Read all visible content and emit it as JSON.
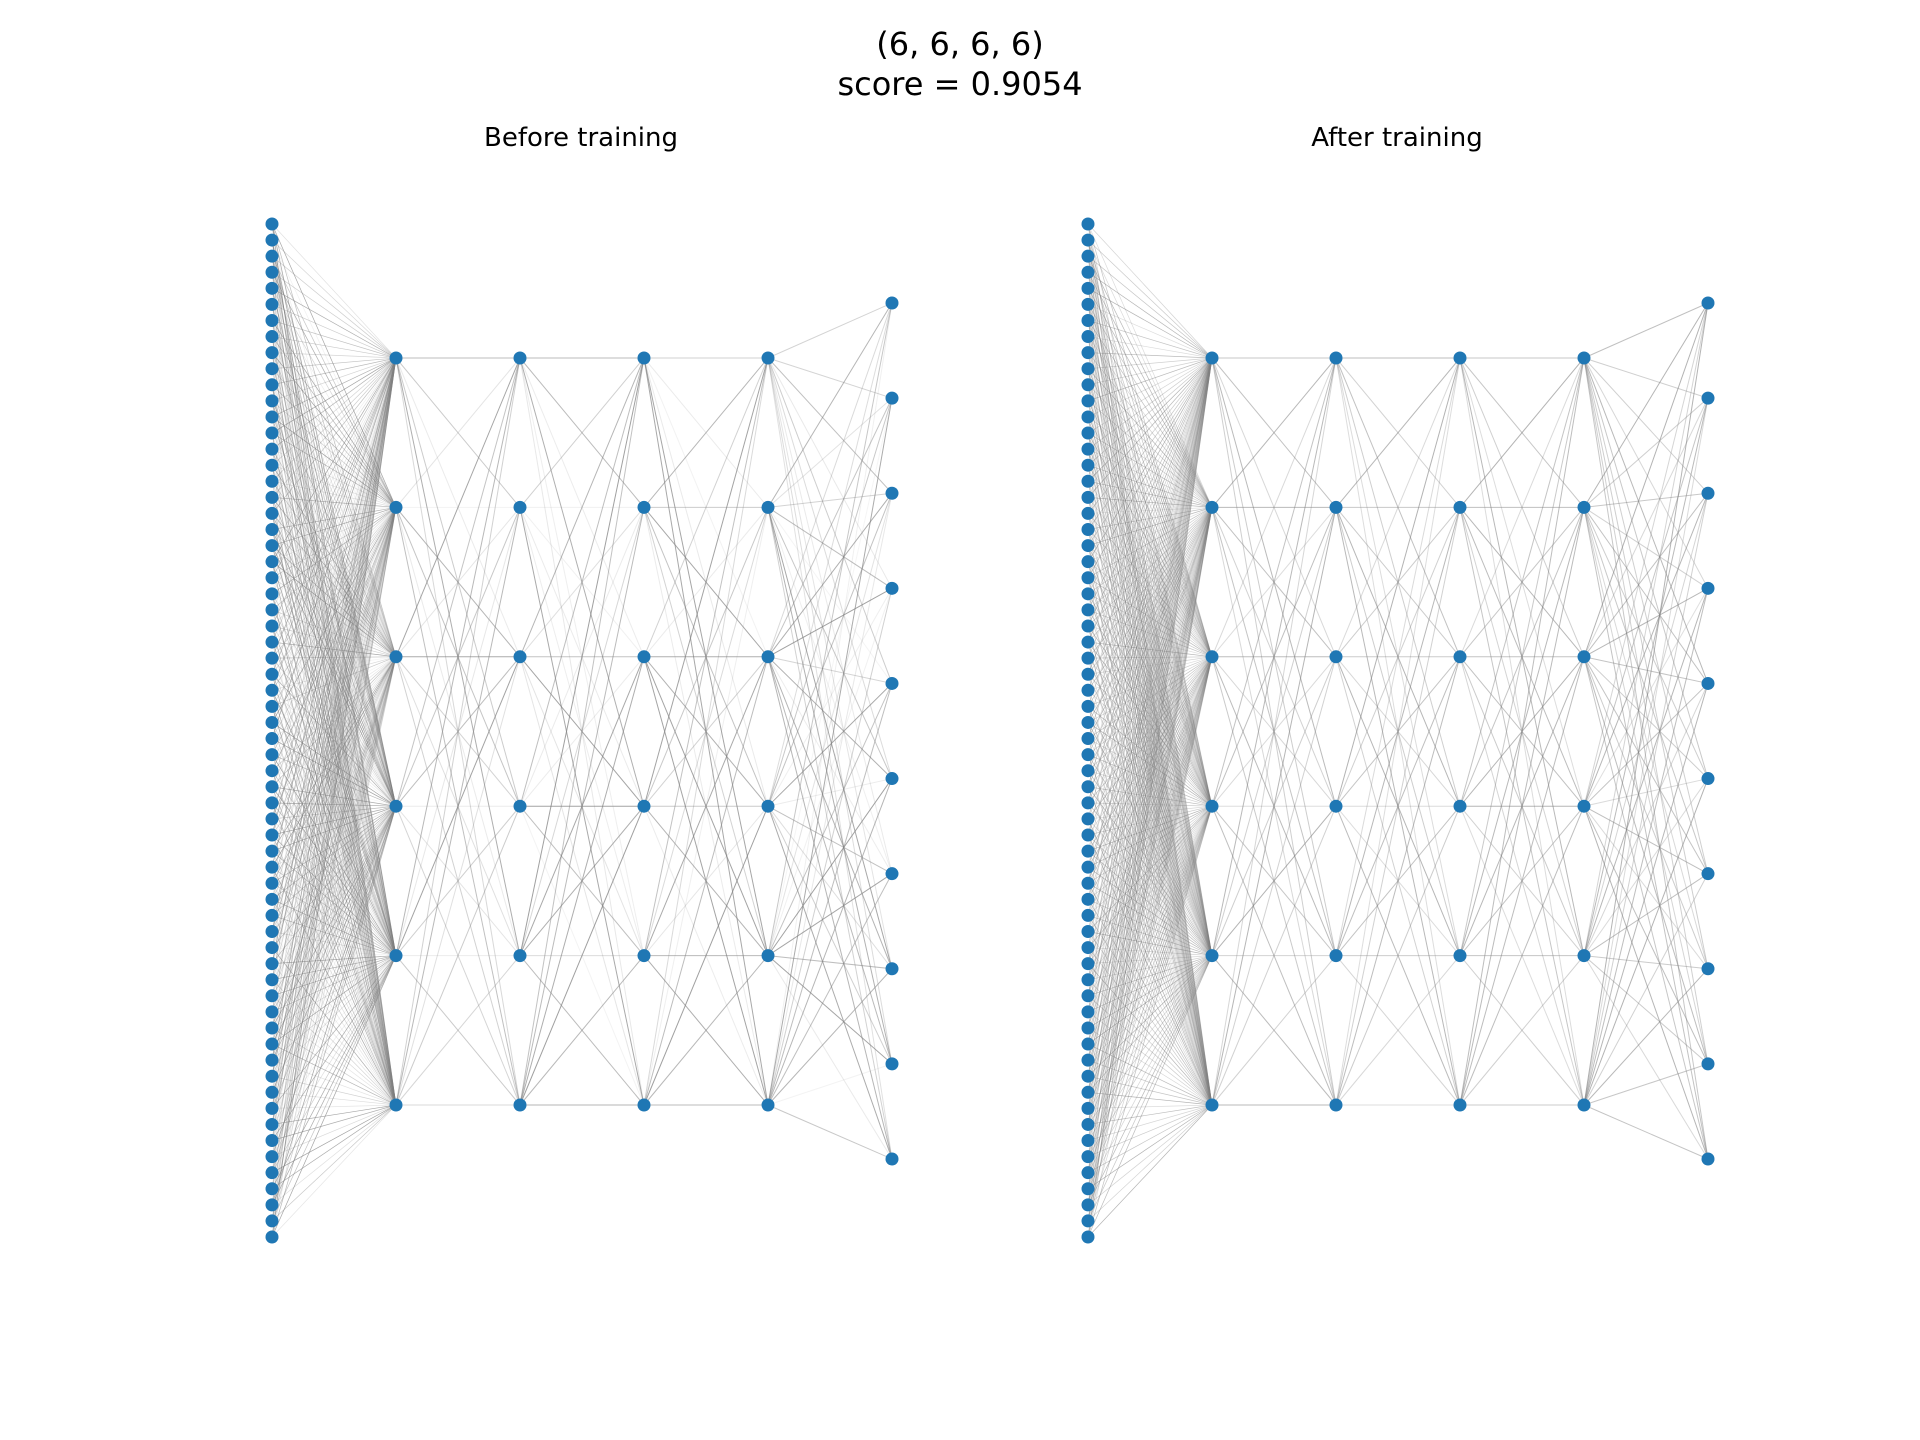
{
  "figure": {
    "title": "(6, 6, 6, 6)",
    "subtitle": "score = 0.9054",
    "node_color": "#1f77b4",
    "edge_color": "#808080"
  },
  "chart_data": [
    {
      "type": "network",
      "title": "Before training",
      "layers": [
        64,
        6,
        6,
        6,
        6,
        10
      ],
      "weight_seed": 7,
      "edge_opacity_range": [
        0.08,
        0.75
      ]
    },
    {
      "type": "network",
      "title": "After training",
      "layers": [
        64,
        6,
        6,
        6,
        6,
        10
      ],
      "weight_seed": 42,
      "edge_opacity_range": [
        0.25,
        0.6
      ]
    }
  ]
}
